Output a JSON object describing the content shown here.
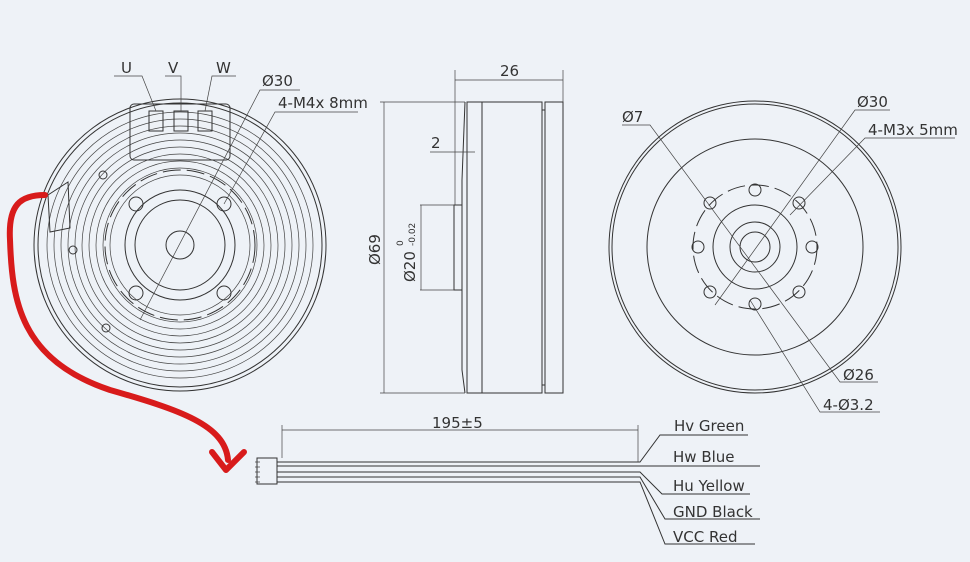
{
  "front_view": {
    "phase_labels": [
      "U",
      "V",
      "W"
    ],
    "diameter_label": "Ø30",
    "thread_label": "4-M4x 8mm"
  },
  "side_view": {
    "width_label": "26",
    "step_label": "2",
    "outer_diameter_label": "Ø69",
    "shaft_diameter_label": "Ø20",
    "tolerance_upper": "0",
    "tolerance_lower": "-0.02"
  },
  "back_view": {
    "hole_label": "Ø7",
    "diameter_label": "Ø30",
    "thread_label": "4-M3x 5mm",
    "pcd_label": "Ø26",
    "holes_label": "4-Ø3.2"
  },
  "cable": {
    "length_label": "195±5",
    "wires": [
      "Hv Green",
      "Hw Blue",
      "Hu Yellow",
      "GND Black",
      "VCC Red"
    ]
  },
  "colors": {
    "annotation_arrow": "#d81b1b",
    "background": "#eef2f7"
  }
}
